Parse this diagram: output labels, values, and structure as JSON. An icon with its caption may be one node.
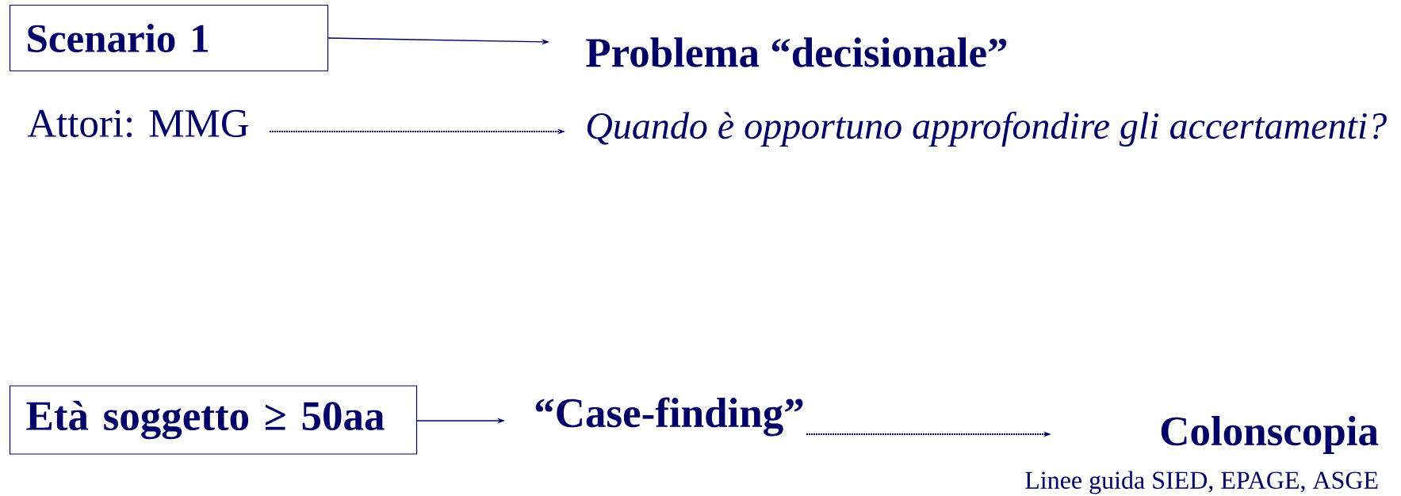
{
  "diagram": {
    "nodes": [
      {
        "text": [
          "Scenario 1"
        ]
      },
      {
        "text": [
          "Problema “decisionale”"
        ]
      },
      {
        "text": [
          "Attori: MMG"
        ]
      },
      {
        "text": [
          "Quando è opportuno approfondire gli accertamenti?"
        ]
      },
      {
        "text": [
          "Età soggetto ≥ 50aa"
        ]
      },
      {
        "text": [
          "“Case-finding”"
        ]
      },
      {
        "text": [
          "Colonscopia"
        ],
        "beside": [
          "Linee guida SIED, EPAGE, ASGE"
        ]
      }
    ],
    "edges": [
      {
        "from": 0,
        "to": 1,
        "arrow": "to"
      },
      {
        "from": 2,
        "to": 3,
        "arrow": "to",
        "style": "dashed"
      },
      {
        "from": 4,
        "to": 5,
        "arrow": "to"
      },
      {
        "from": 5,
        "to": 6,
        "arrow": "to",
        "style": "dashed"
      }
    ]
  }
}
